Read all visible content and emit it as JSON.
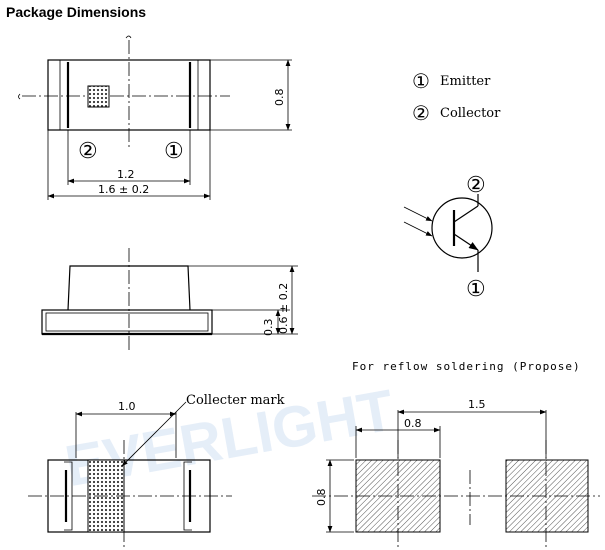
{
  "title": "Package Dimensions",
  "watermark": "EVERLIGHT",
  "top_view": {
    "pin2_marker": "②",
    "pin1_marker": "①",
    "dim_inner_width": "1.2",
    "dim_total_width": "1.6 ± 0.2",
    "dim_height": "0.8"
  },
  "legend": {
    "pin1_marker": "①",
    "pin1_label": "Emitter",
    "pin2_marker": "②",
    "pin2_label": "Collector"
  },
  "symbol": {
    "pin2_marker": "②",
    "pin1_marker": "①"
  },
  "side_view": {
    "dim_base": "0.3",
    "dim_total_height": "0.6 ± 0.2"
  },
  "bottom_view": {
    "dim_mark_width": "1.0",
    "collector_mark_label": "Collecter mark"
  },
  "reflow": {
    "title": "For reflow soldering (Propose)",
    "dim_pitch": "1.5",
    "dim_pad_width": "0.8",
    "dim_pad_height": "0.8"
  }
}
